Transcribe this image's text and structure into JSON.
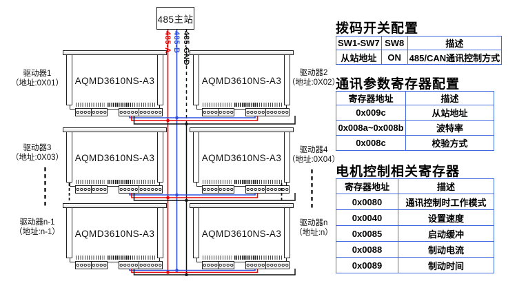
{
  "colors": {
    "wire_a": "#e60505",
    "wire_b": "#3050e0",
    "wire_gnd": "#111111",
    "table_border": "#4169e1"
  },
  "diagram": {
    "master_label": "485主站",
    "wire_labels": {
      "a": "485-A",
      "b": "485-B",
      "gnd": "485-GND"
    },
    "drivers": [
      {
        "model": "AQMD3610NS-A3",
        "name": "驱动器1",
        "addr": "（地址:0X01）"
      },
      {
        "model": "AQMD3610NS-A3",
        "name": "驱动器2",
        "addr": "（地址:0X02）"
      },
      {
        "model": "AQMD3610NS-A3",
        "name": "驱动器3",
        "addr": "（地址:0X03）"
      },
      {
        "model": "AQMD3610NS-A3",
        "name": "驱动器4",
        "addr": "（地址:0X04）"
      },
      {
        "model": "AQMD3610NS-A3",
        "name": "驱动器n-1",
        "addr": "（地址:n-1）"
      },
      {
        "model": "AQMD3610NS-A3",
        "name": "驱动器n",
        "addr": "（地址:n）"
      }
    ]
  },
  "tables": {
    "dip": {
      "title": "拨码开关配置",
      "headers": [
        "SW1-SW7",
        "SW8",
        "描述"
      ],
      "rows": [
        [
          "从站地址",
          "ON",
          "485/CAN通讯控制方式"
        ]
      ]
    },
    "comm": {
      "title": "通讯参数寄存器配置",
      "headers": [
        "寄存器地址",
        "描述"
      ],
      "rows": [
        [
          "0x009c",
          "从站地址"
        ],
        [
          "0x008a~0x008b",
          "波特率"
        ],
        [
          "0x008c",
          "校验方式"
        ]
      ]
    },
    "motor": {
      "title": "电机控制相关寄存器",
      "headers": [
        "寄存器地址",
        "描述"
      ],
      "rows": [
        [
          "0x0080",
          "通讯控制时工作模式"
        ],
        [
          "0x0040",
          "设置速度"
        ],
        [
          "0x0085",
          "启动缓冲"
        ],
        [
          "0x0088",
          "制动电流"
        ],
        [
          "0x0089",
          "制动时间"
        ]
      ]
    }
  }
}
